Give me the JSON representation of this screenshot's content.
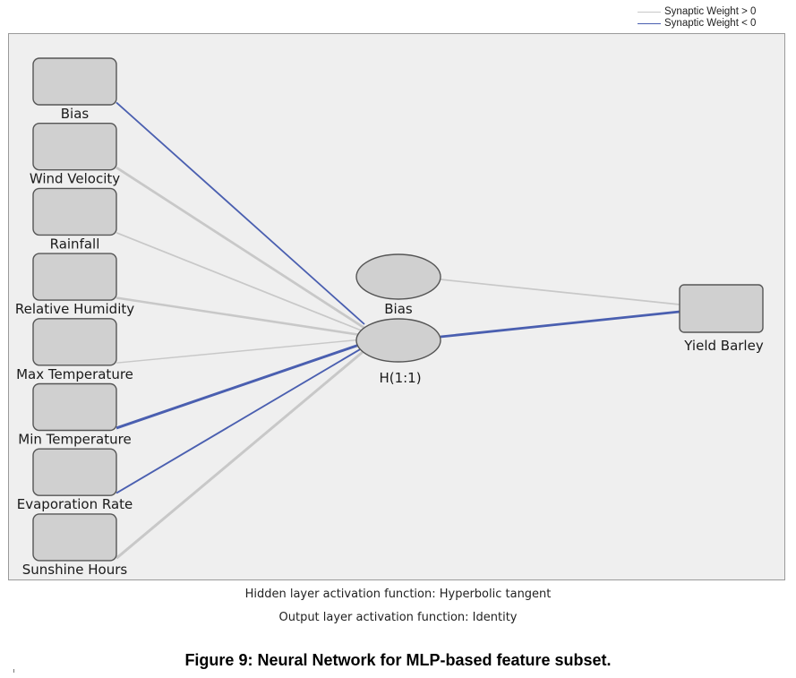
{
  "legend": {
    "positive": {
      "label": "Synaptic Weight > 0",
      "color": "#c8c8c8"
    },
    "negative": {
      "label": "Synaptic Weight < 0",
      "color": "#4a5fb0"
    }
  },
  "network": {
    "inputs": [
      {
        "id": "bias",
        "label": "Bias",
        "sign": "negative",
        "strength": 0.45
      },
      {
        "id": "wind-velocity",
        "label": "Wind Velocity",
        "sign": "positive",
        "strength": 0.9
      },
      {
        "id": "rainfall",
        "label": "Rainfall",
        "sign": "positive",
        "strength": 0.4
      },
      {
        "id": "relative-humidity",
        "label": "Relative Humidity",
        "sign": "positive",
        "strength": 0.8
      },
      {
        "id": "max-temperature",
        "label": "Max Temperature",
        "sign": "positive",
        "strength": 0.3
      },
      {
        "id": "min-temperature",
        "label": "Min Temperature",
        "sign": "negative",
        "strength": 1.0
      },
      {
        "id": "evaporation-rate",
        "label": "Evaporation Rate",
        "sign": "negative",
        "strength": 0.5
      },
      {
        "id": "sunshine-hours",
        "label": "Sunshine Hours",
        "sign": "positive",
        "strength": 1.0
      }
    ],
    "hidden_bias": {
      "label": "Bias",
      "sign": "positive",
      "strength": 0.4
    },
    "hidden": {
      "label": "H(1:1)"
    },
    "hidden_to_output": {
      "sign": "negative",
      "strength": 0.9
    },
    "output": {
      "label": "Yield Barley"
    }
  },
  "captions": {
    "hidden_activation": "Hidden layer activation function: Hyperbolic tangent",
    "output_activation": "Output layer activation function: Identity"
  },
  "figure_title": "Figure 9: Neural Network for MLP-based feature subset."
}
